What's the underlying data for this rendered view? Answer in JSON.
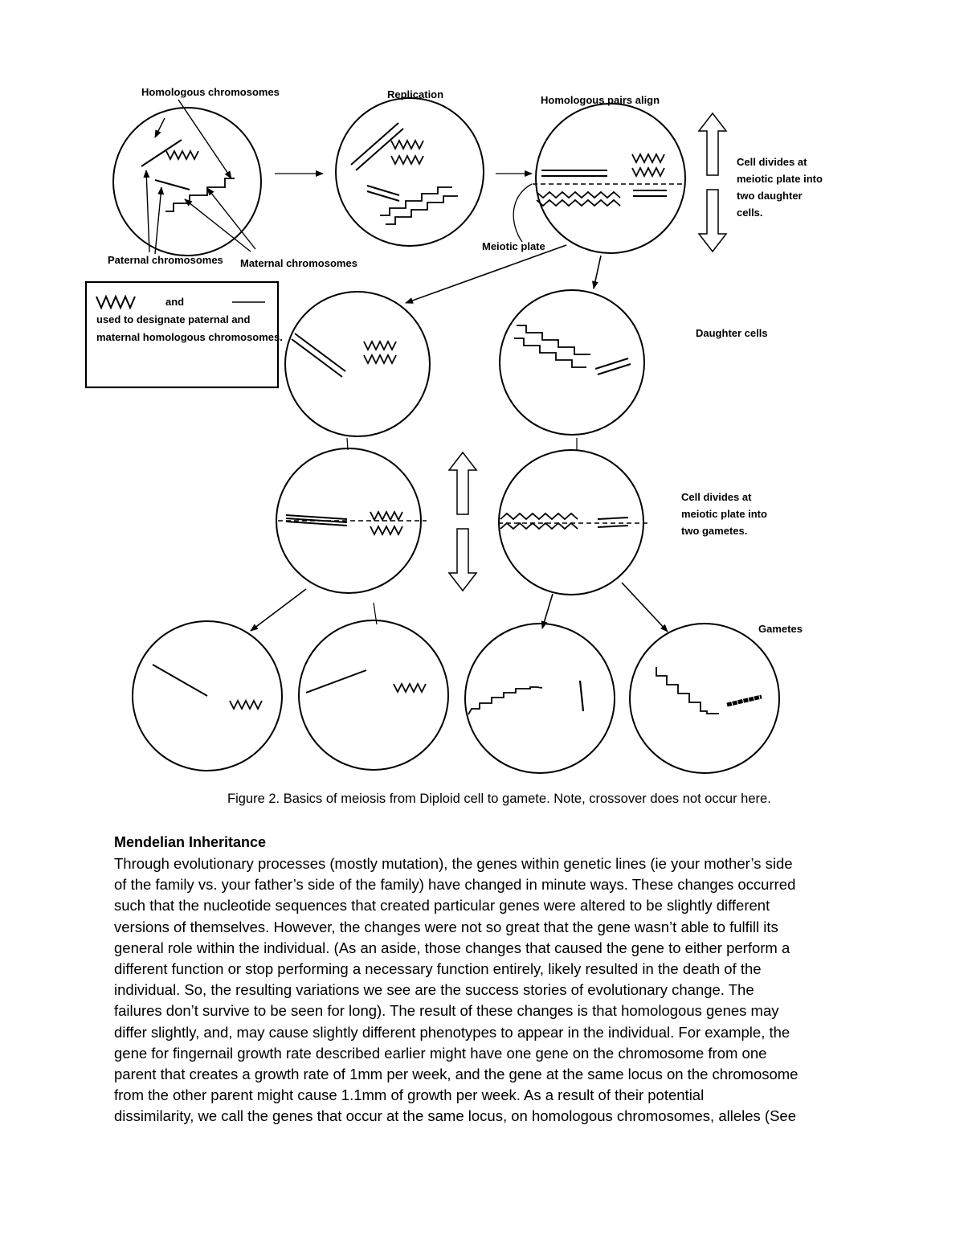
{
  "figure": {
    "labels": {
      "homologous_chromosomes": "Homologous chromosomes",
      "replication": "Replication",
      "homologous_pairs_align": "Homologous pairs align",
      "paternal_chromosomes": "Paternal chromosomes",
      "maternal_chromosomes": "Maternal chromosomes",
      "meiotic_plate": "Meiotic plate",
      "cell_divides_1": [
        "Cell divides at",
        "meiotic plate into",
        "two daughter",
        "cells."
      ],
      "daughter_cells": "Daughter cells",
      "cell_divides_2": [
        "Cell divides at",
        "meiotic plate into",
        "two gametes."
      ],
      "gametes": "Gametes",
      "legend": [
        "and",
        "used to designate paternal and",
        "maternal homologous chromosomes."
      ]
    }
  },
  "caption": "Figure 2.  Basics of meiosis from Diploid cell to gamete.  Note, crossover does not occur here.",
  "section": {
    "heading": "Mendelian Inheritance",
    "lines": [
      "Through evolutionary processes (mostly mutation), the genes within genetic lines (ie your mother’s side",
      "of the family vs. your father’s side of the family) have changed in minute ways.  These changes occurred",
      "such that the nucleotide sequences that created particular genes were altered to be slightly different",
      "versions of themselves.  However, the changes were not so great that the gene wasn’t able to fulfill its",
      "general role within the individual.  (As an aside, those changes that caused the gene to either perform a",
      "different function or stop performing a necessary function entirely, likely resulted in the death of the",
      "individual.  So, the resulting variations we see are the success stories of evolutionary change.  The",
      "failures don’t survive to be seen for long).  The result of these changes is that homologous genes may",
      "differ slightly, and, may cause slightly different phenotypes to appear in the individual.  For example, the",
      "gene for fingernail growth rate described earlier might have one gene on the chromosome from one",
      "parent that creates a growth rate of 1mm per week, and the gene at the same locus on the chromosome",
      "from the other parent might cause 1.1mm of growth per week.  As a result of their potential",
      "dissimilarity, we call the genes that occur at the same locus, on homologous chromosomes, alleles (See"
    ]
  }
}
